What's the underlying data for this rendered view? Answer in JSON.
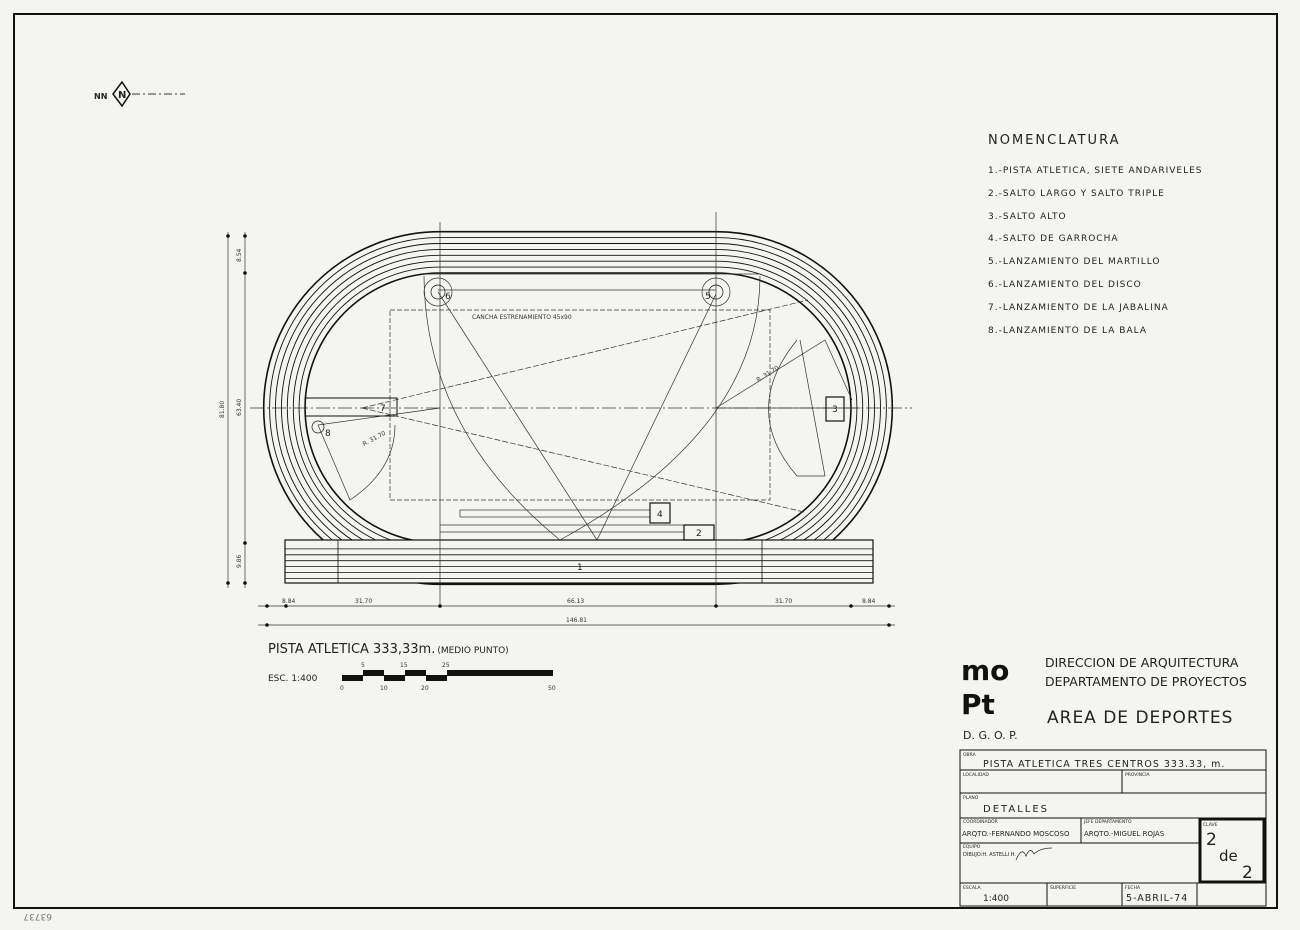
{
  "north_label": "N",
  "north_prefix": "NN",
  "nomenclature": {
    "title": "NOMENCLATURA",
    "items": [
      "1.-PISTA ATLETICA, SIETE ANDARIVELES",
      "2.-SALTO LARGO Y SALTO TRIPLE",
      "3.-SALTO ALTO",
      "4.-SALTO DE GARROCHA",
      "5.-LANZAMIENTO DEL MARTILLO",
      "6.-LANZAMIENTO DEL DISCO",
      "7.-LANZAMIENTO DE LA JABALINA",
      "8.-LANZAMIENTO DE LA BALA"
    ]
  },
  "plan": {
    "field_label": "CANCHA ESTRENAMIENTO 45x90",
    "radius_left": "R. 31.70",
    "radius_right": "R. 31.70",
    "markers": [
      "1",
      "2",
      "3",
      "4",
      "5",
      "6",
      "7",
      "8"
    ],
    "dims_horizontal": [
      "8.84",
      "31.70",
      "66.13",
      "31.70",
      "8.84"
    ],
    "dim_total": "146.81",
    "dims_vertical": [
      "8.54",
      "63.40",
      "9.86"
    ],
    "dim_vertical_total": "81.80"
  },
  "caption": {
    "title": "PISTA ATLETICA 333,33m.",
    "subtitle": "(MEDIO PUNTO)",
    "scale_label": "ESC. 1:400",
    "scale_ticks_top": [
      "5",
      "15",
      "25"
    ],
    "scale_ticks_bottom": [
      "0",
      "10",
      "20",
      "50"
    ]
  },
  "header": {
    "logo_top": "mo",
    "logo_bottom": "Pt",
    "logo_sub": "D. G. O. P.",
    "line1": "DIRECCION  DE  ARQUITECTURA",
    "line2": "DEPARTAMENTO  DE  PROYECTOS",
    "area": "AREA  DE  DEPORTES"
  },
  "title_block": {
    "obra_label": "OBRA",
    "obra": "PISTA ATLETICA TRES CENTROS 333.33, m.",
    "localidad_label": "LOCALIDAD",
    "provincia_label": "PROVINCIA",
    "plano_label": "PLANO",
    "plano": "DETALLES",
    "coordinador_label": "COORDINADOR",
    "coordinador": "ARQTO.-FERNANDO MOSCOSO",
    "jefe_label": "JEFE DEPARTAMENTO",
    "jefe": "ARQTO.-MIGUEL ROJAS",
    "equipo_label": "EQUIPO",
    "equipo": "DIBUJO:H. ASTELLI H.",
    "clave_label": "CLAVE",
    "sheet": "2",
    "sheet_of": "de",
    "sheet_total": "2",
    "escala_label": "ESCALA",
    "escala": "1:400",
    "superficie_label": "SUPERFICIE",
    "fecha_label": "FECHA",
    "fecha": "5-ABRIL-74"
  },
  "stamp": "63737"
}
